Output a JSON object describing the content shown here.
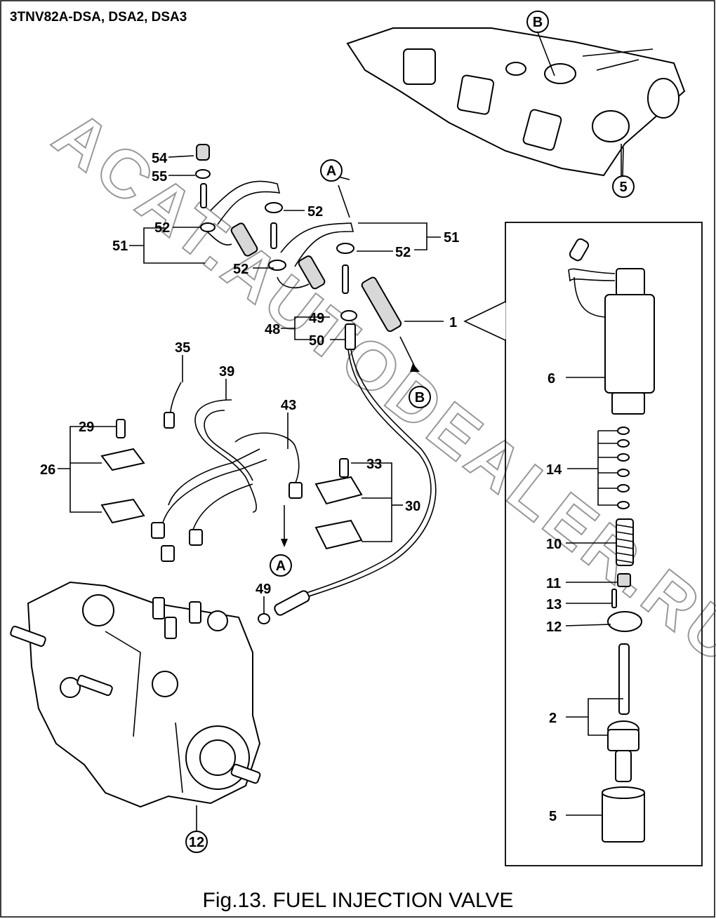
{
  "header": {
    "model": "3TNV82A-DSA, DSA2, DSA3"
  },
  "caption": "Fig.13.  FUEL INJECTION VALVE",
  "watermark": "ACAT.AUTODEALER.RU",
  "callouts": {
    "c54": "54",
    "c55": "55",
    "c52a": "52",
    "c52b": "52",
    "c52c": "52",
    "c52d": "52",
    "c51a": "51",
    "c51b": "51",
    "c49a": "49",
    "c48": "48",
    "c50": "50",
    "c1": "1",
    "c35": "35",
    "c39": "39",
    "c43": "43",
    "c29": "29",
    "c26": "26",
    "c33": "33",
    "c30": "30",
    "c49b": "49",
    "c6": "6",
    "c14": "14",
    "c10": "10",
    "c11": "11",
    "c13": "13",
    "c12": "12",
    "c2": "2",
    "c5": "5"
  },
  "circled_labels": {
    "A1": "A",
    "A2": "A",
    "B1": "B",
    "B2": "B",
    "n5": "5",
    "n12": "12"
  }
}
